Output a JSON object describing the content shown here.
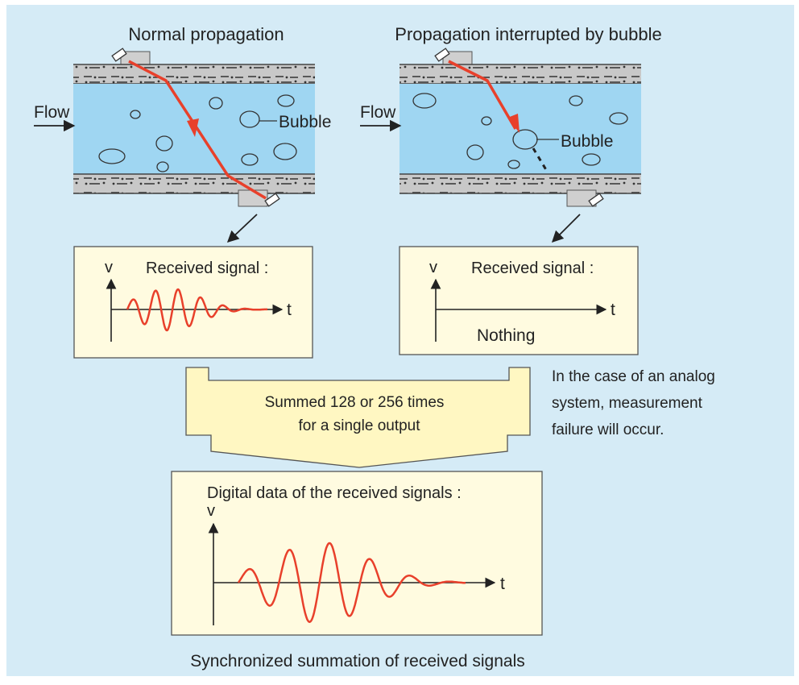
{
  "colors": {
    "background": "#d5ebf6",
    "pipe_wall": "#c8c8c8",
    "fluid": "#9fd6f2",
    "signal": "#e8402b",
    "box_fill": "#fffbe0",
    "box_border": "#555555",
    "arrow_fill": "#fff7c2",
    "text": "#222222"
  },
  "left_panel": {
    "title": "Normal propagation",
    "flow_label": "Flow",
    "bubble_label": "Bubble",
    "signal_box": {
      "v_label": "v",
      "title": "Received signal :",
      "t_label": "t"
    }
  },
  "right_panel": {
    "title": "Propagation interrupted by bubble",
    "flow_label": "Flow",
    "bubble_label": "Bubble",
    "signal_box": {
      "v_label": "v",
      "title": "Received signal :",
      "t_label": "t",
      "status": "Nothing"
    }
  },
  "summation": {
    "line1": "Summed 128 or 256 times",
    "line2": "for a single output"
  },
  "analog_note": {
    "line1": "In the case of an analog",
    "line2": "system, measurement",
    "line3": "failure will occur."
  },
  "digital_box": {
    "title": "Digital data of the received signals :",
    "v_label": "v",
    "t_label": "t"
  },
  "caption": "Synchronized summation of received signals"
}
